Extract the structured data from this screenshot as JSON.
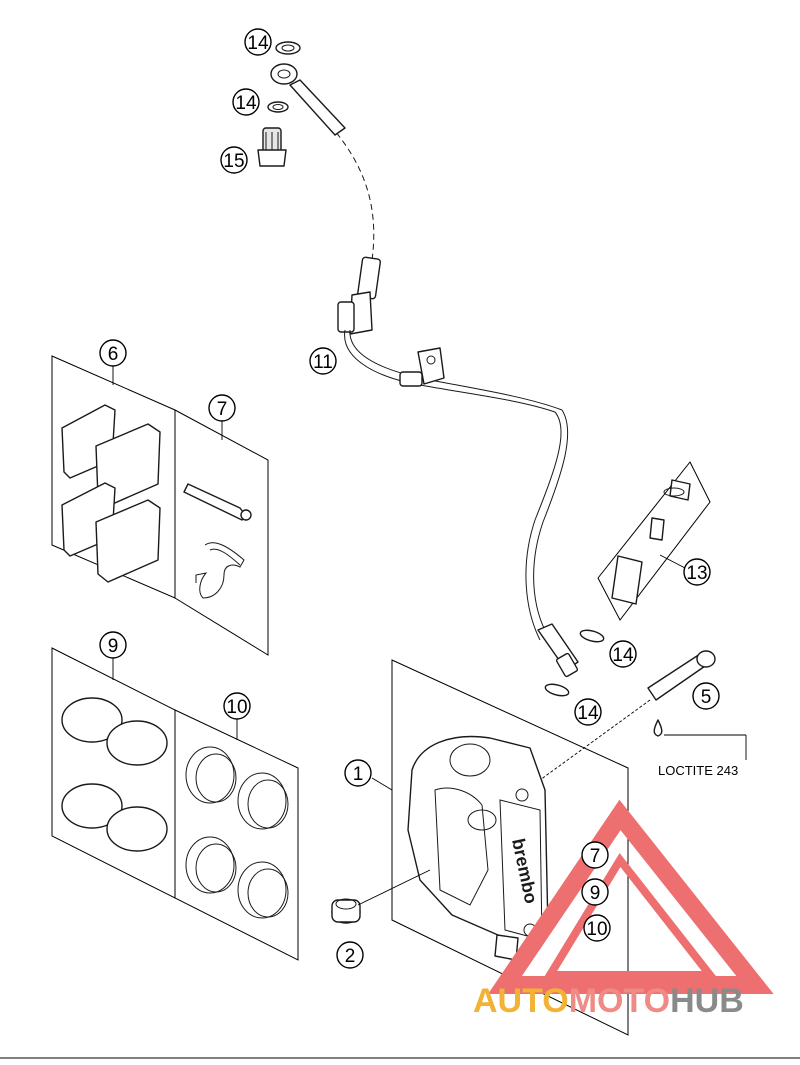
{
  "callouts": {
    "c14a": "14",
    "c14b": "14",
    "c15": "15",
    "c11": "11",
    "c6": "6",
    "c7": "7",
    "c9": "9",
    "c10": "10",
    "c13": "13",
    "c14c": "14",
    "c14d": "14",
    "c5": "5",
    "c1": "1",
    "c2": "2",
    "c7r": "7",
    "c9r": "9",
    "c10r": "10"
  },
  "note": "LOCTITE 243",
  "caliper_brand": "brembo",
  "watermark": {
    "part1": "AUTO",
    "part2": "MOTO",
    "part3": "HUB",
    "color1": "#f2b233",
    "color2": "#f08a86",
    "color3": "#8a8a8a",
    "triangle_color": "#ee6f6f"
  }
}
